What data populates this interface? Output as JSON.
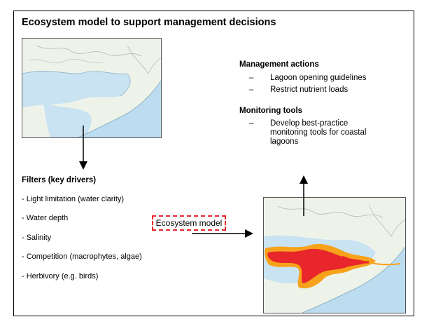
{
  "title": "Ecosystem model to support management decisions",
  "management": {
    "heading": "Management actions",
    "items": [
      "Lagoon opening guidelines",
      "Restrict nutrient loads"
    ]
  },
  "monitoring": {
    "heading": "Monitoring tools",
    "items": [
      "Develop best-practice monitoring tools for coastal lagoons"
    ]
  },
  "filters": {
    "heading": "Filters (key drivers)",
    "items": [
      "- Light limitation (water clarity)",
      "- Water depth",
      "- Salinity",
      "- Competition (macrophytes, algae)",
      "- Herbivory (e.g. birds)"
    ]
  },
  "model_label": "Ecosystem model",
  "bullet_dash": "–",
  "colors": {
    "highlight_border": "#e8262b",
    "land": "#eef3ea",
    "lagoon": "#c9e3f2",
    "sea": "#bcdcf0",
    "hotspot_red": "#e8262b",
    "hotspot_orange": "#f7a21b"
  }
}
